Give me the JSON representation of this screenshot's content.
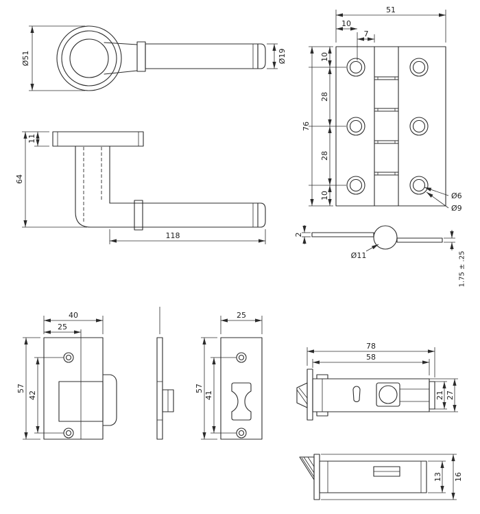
{
  "meta": {
    "ink_color": "#2b2b2b",
    "background": "#ffffff"
  },
  "drawing": {
    "handle_front": {
      "rose_dia": "Ø51",
      "grip_dia": "Ø19"
    },
    "handle_side": {
      "rose_thickness": "11",
      "height": "64",
      "length": "118"
    },
    "hinge_front": {
      "width": "51",
      "hole_inset": "10",
      "hole_to_knuckle": "7",
      "edge_top": "10",
      "pitch_upper": "28",
      "pitch_lower": "28",
      "edge_bottom": "10",
      "height": "76",
      "hole_dia": "Ø6",
      "countersink_dia": "Ø9"
    },
    "hinge_profile": {
      "leaf_thickness": "2",
      "knuckle_dia": "Ø11",
      "leaf_tolerance": "1.75 ± .25"
    },
    "latch_front": {
      "width": "40",
      "plate_width": "25",
      "height": "57",
      "hole_span": "42"
    },
    "faceplate": {
      "width": "25",
      "height": "57",
      "hole_span": "41"
    },
    "latch_side": {
      "length": "78",
      "case_length": "58",
      "body_height": "27",
      "cap_height": "21"
    },
    "latch_bottom": {
      "body_depth": "13",
      "overall_depth": "16"
    }
  }
}
